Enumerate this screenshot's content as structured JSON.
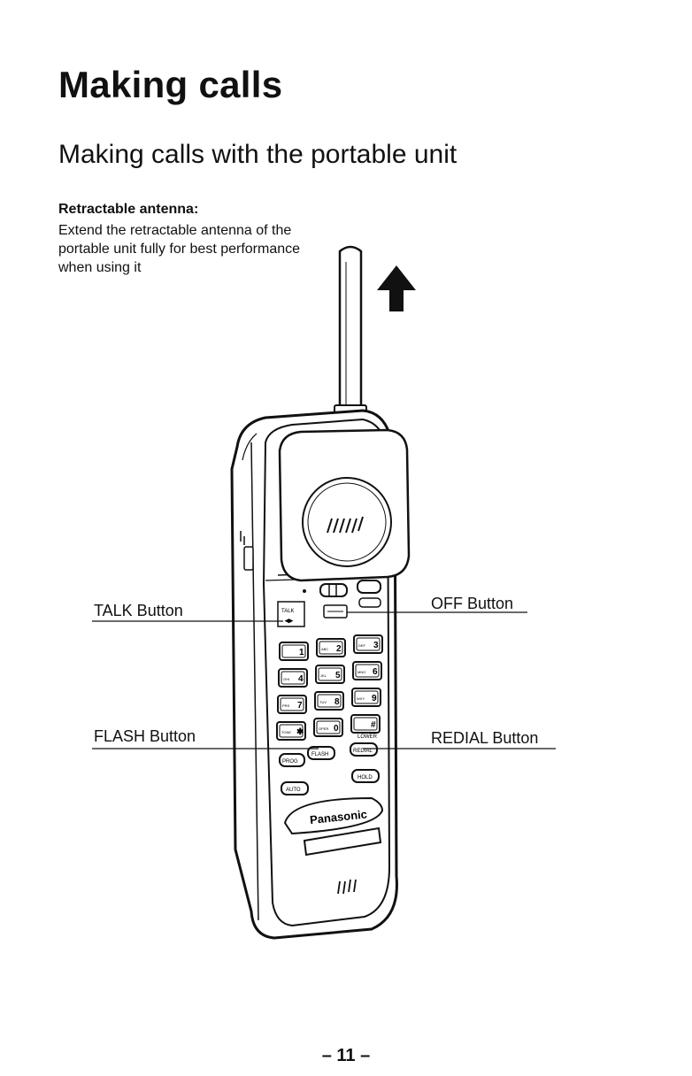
{
  "page": {
    "title": "Making calls",
    "subtitle": "Making calls with the portable unit",
    "number": "– 11 –"
  },
  "note": {
    "heading": "Retractable antenna:",
    "body": "Extend the retractable antenna of the portable unit fully for best performance when using it"
  },
  "callouts": {
    "talk": "TALK Button",
    "off": "OFF Button",
    "flash": "FLASH Button",
    "redial": "REDIAL Button"
  },
  "phone": {
    "brand": "Panasonic",
    "keys": [
      "1",
      "2",
      "3",
      "4",
      "5",
      "6",
      "7",
      "8",
      "9",
      "✱",
      "0",
      "#"
    ],
    "key_letters": [
      "",
      "ABC",
      "DEF",
      "GHI",
      "JKL",
      "MNO",
      "PRS",
      "TUV",
      "WXY",
      "TONE",
      "OPER",
      ""
    ],
    "labels": {
      "talk": "TALK",
      "flash": "FLASH",
      "redial": "REDIAL",
      "hold": "HOLD",
      "prog": "PROG",
      "auto": "AUTO",
      "lower": "LOWER",
      "off": "OFF"
    }
  },
  "icons": {
    "antenna_arrow": "up-arrow-icon"
  }
}
